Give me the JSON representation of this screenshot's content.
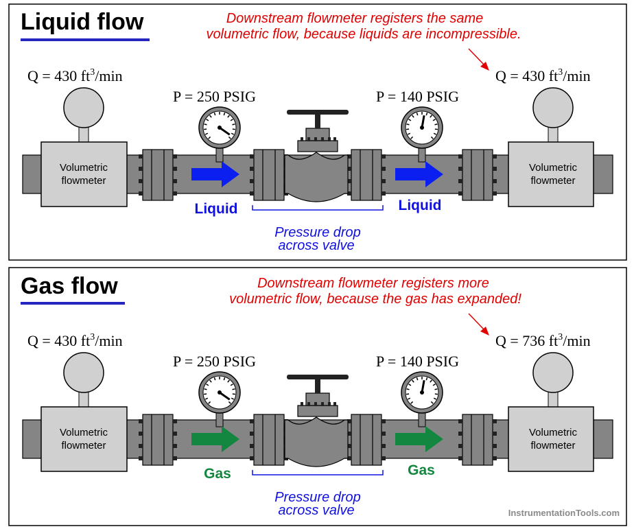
{
  "colors": {
    "red": "#e00000",
    "blue": "#1010e0",
    "liquid_arrow": "#0a1ff0",
    "gas_arrow": "#13873f",
    "pipe": "#858585",
    "pipe_dark": "#5a5a5a",
    "meter": "#d0d0d0",
    "underline": "#2525c0",
    "watermark": "#8a8a8a"
  },
  "panels": [
    {
      "id": "liquid",
      "title": "Liquid flow",
      "note_line1": "Downstream flowmeter registers the same",
      "note_line2": "volumetric flow, because liquids are incompressible.",
      "q_left_prefix": "Q = 430 ft",
      "q_left_suffix": "/min",
      "q_right_prefix": "Q = 430 ft",
      "q_right_suffix": "/min",
      "exponent": "3",
      "p_left": "P = 250 PSIG",
      "p_right": "P = 140 PSIG",
      "meter_line1": "Volumetric",
      "meter_line2": "flowmeter",
      "fluid_left": "Liquid",
      "fluid_right": "Liquid",
      "drop_line1": "Pressure drop",
      "drop_line2": "across valve",
      "arrow_icon": "right-arrow-icon",
      "arrow_color_key": "liquid_arrow"
    },
    {
      "id": "gas",
      "title": "Gas flow",
      "note_line1": "Downstream flowmeter registers more",
      "note_line2": "volumetric flow, because the gas has expanded!",
      "q_left_prefix": "Q = 430 ft",
      "q_left_suffix": "/min",
      "q_right_prefix": "Q = 736 ft",
      "q_right_suffix": "/min",
      "exponent": "3",
      "p_left": "P = 250 PSIG",
      "p_right": "P = 140 PSIG",
      "meter_line1": "Volumetric",
      "meter_line2": "flowmeter",
      "fluid_left": "Gas",
      "fluid_right": "Gas",
      "drop_line1": "Pressure drop",
      "drop_line2": "across valve",
      "arrow_icon": "right-arrow-icon",
      "arrow_color_key": "gas_arrow"
    }
  ],
  "watermark": "InstrumentationTools.com"
}
